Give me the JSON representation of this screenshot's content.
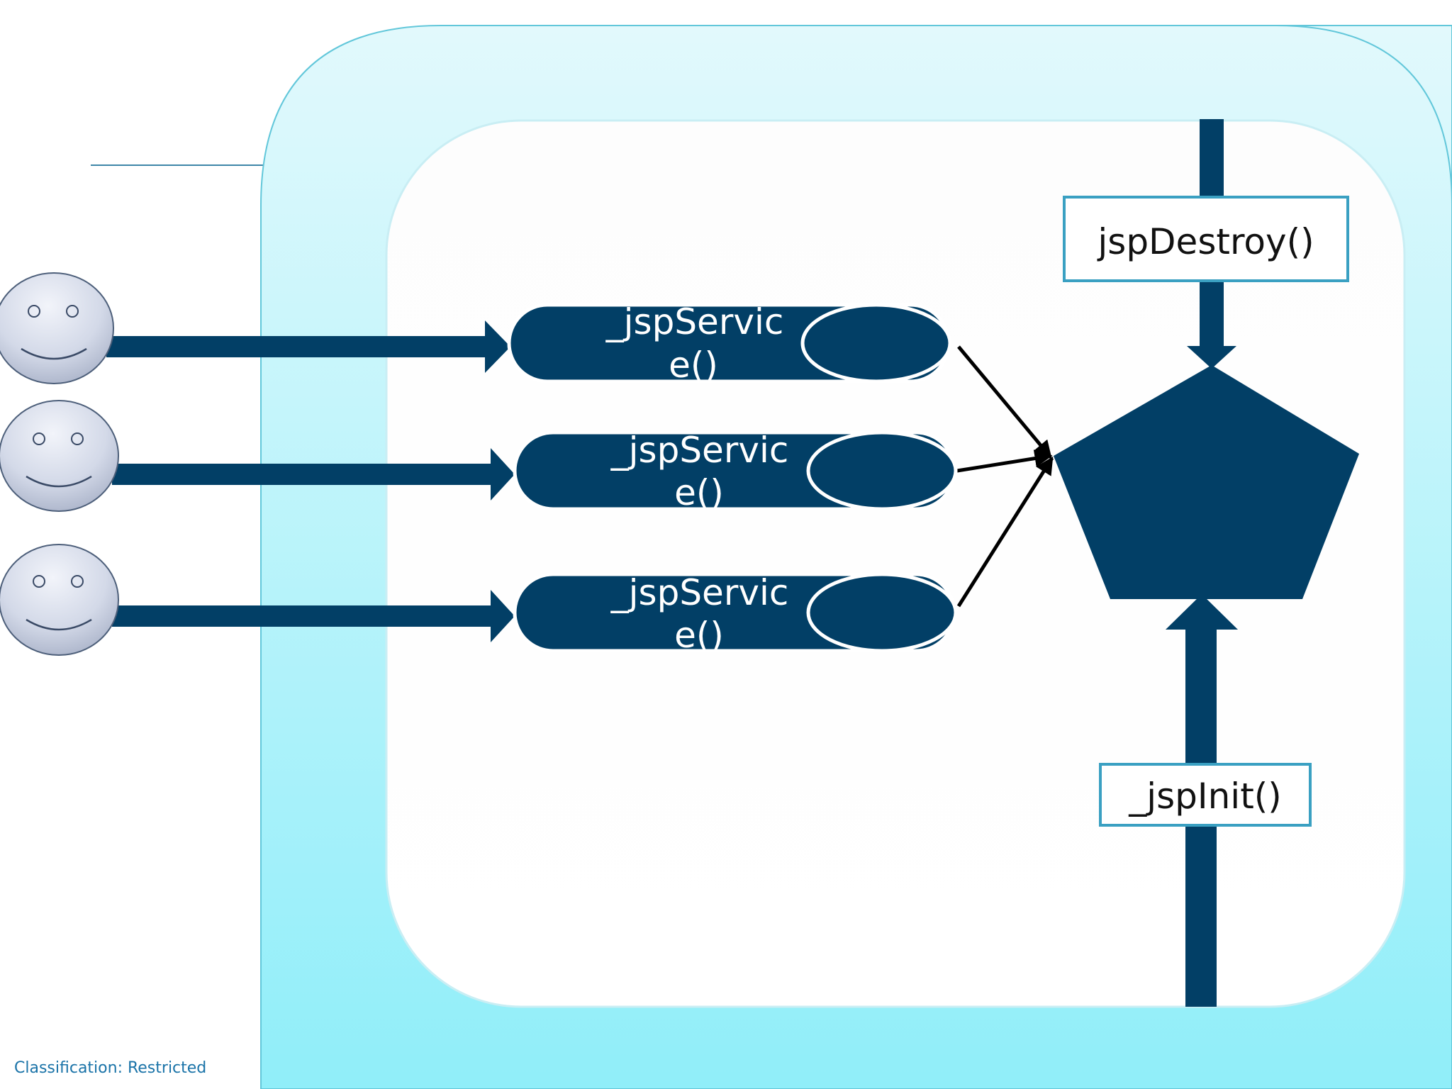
{
  "diagram": {
    "services": [
      {
        "line1": "_jspServic",
        "line2": "e()"
      },
      {
        "line1": "_jspServic",
        "line2": "e()"
      },
      {
        "line1": "_jspServic",
        "line2": "e()"
      }
    ],
    "destroy_label": "jspDestroy()",
    "init_label": "_jspInit()"
  },
  "footer": {
    "classification": "Classification: Restricted"
  },
  "colors": {
    "dark_blue": "#023f66",
    "outer_container_top": "#e0f9fc",
    "outer_container_bottom": "#92eef9",
    "outer_border": "#5bc6d8",
    "box_border": "#3aa0c2",
    "classification_text": "#1a73a8"
  }
}
